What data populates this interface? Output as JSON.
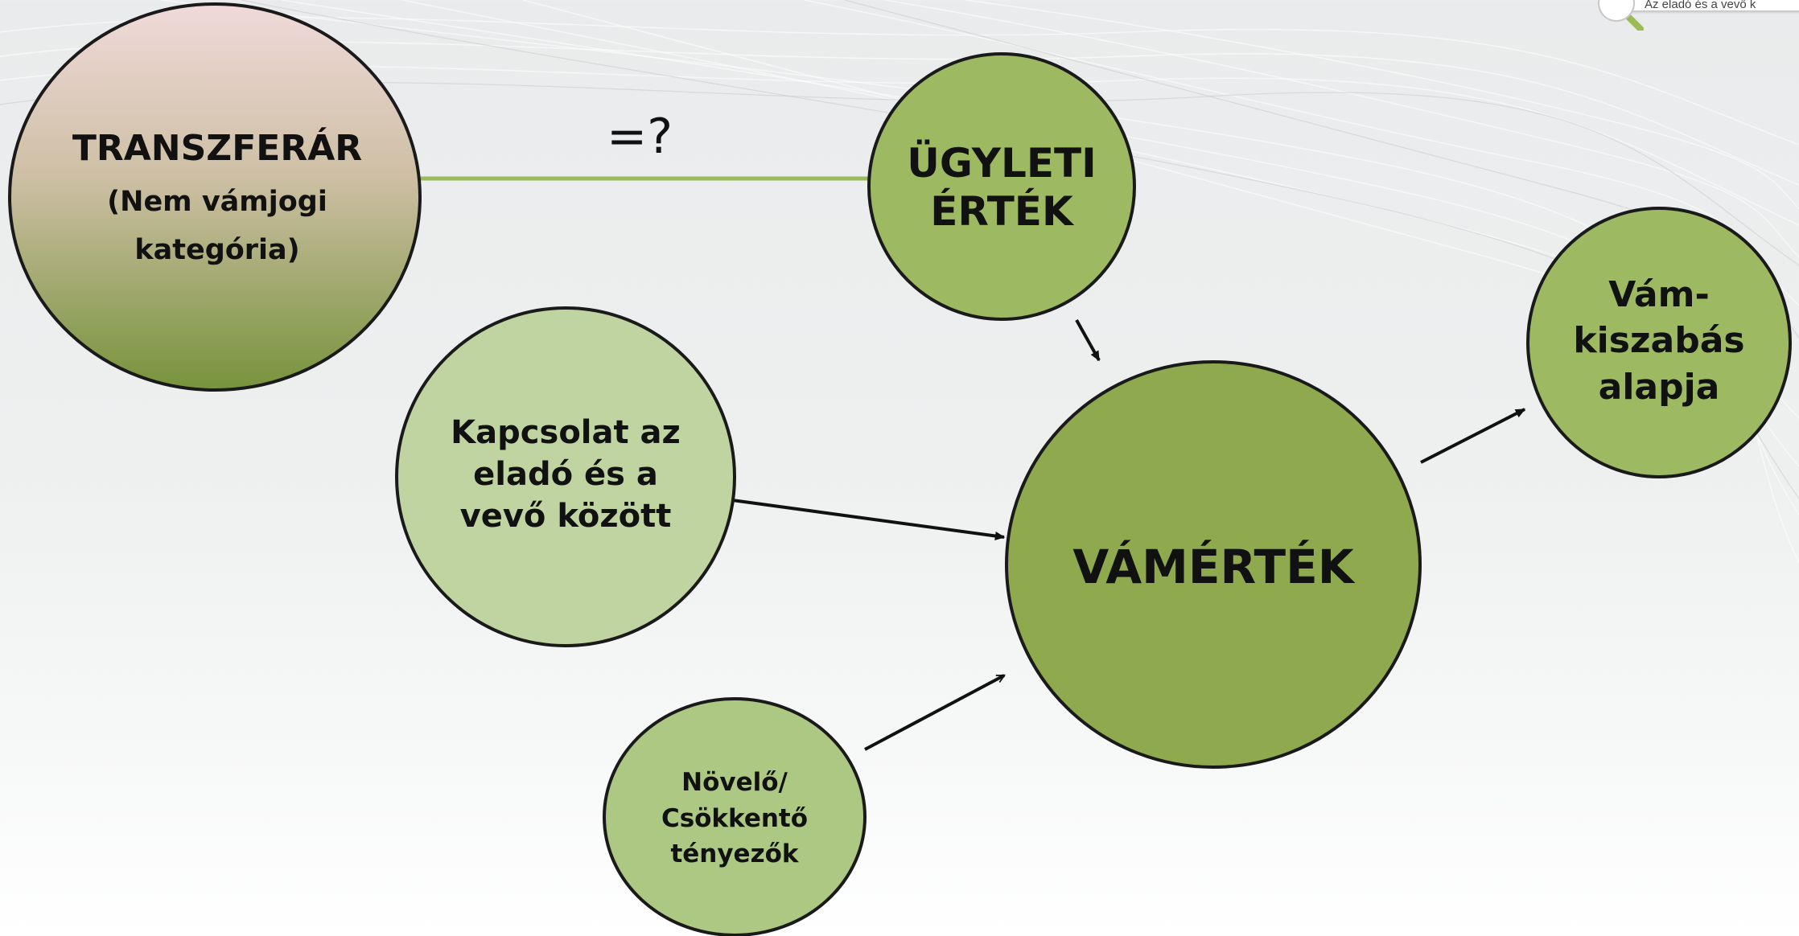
{
  "nodes": {
    "transzferar": {
      "title": "TRANSZFERÁR",
      "line1": "(Nem vámjogi",
      "line2": "kategória)"
    },
    "ugyleti": {
      "line1": "ÜGYLETI",
      "line2": "ÉRTÉK"
    },
    "kapcsolat": {
      "line1": "Kapcsolat az",
      "line2": "eladó és a",
      "line3": "vevő között"
    },
    "vamertek": {
      "label": "VÁMÉRTÉK"
    },
    "novelo": {
      "line1": "Növelő/",
      "line2": "Csökkentő",
      "line3": "tényezők"
    },
    "vamkiszabas": {
      "line1": "Vám-",
      "line2": "kiszabás",
      "line3": "alapja"
    }
  },
  "connector_label": "=?",
  "search_widget": {
    "text": "Az eladó és a vevő k"
  },
  "colors": {
    "node_dark": "#8fa94e",
    "node_mid": "#9dba63",
    "node_light": "#c0d4a1",
    "node_small": "#adc882",
    "transfer_top": "#f0dada",
    "transfer_bottom": "#77933c",
    "connector_green": "#9bbb59",
    "outline": "#1a1a1a"
  }
}
